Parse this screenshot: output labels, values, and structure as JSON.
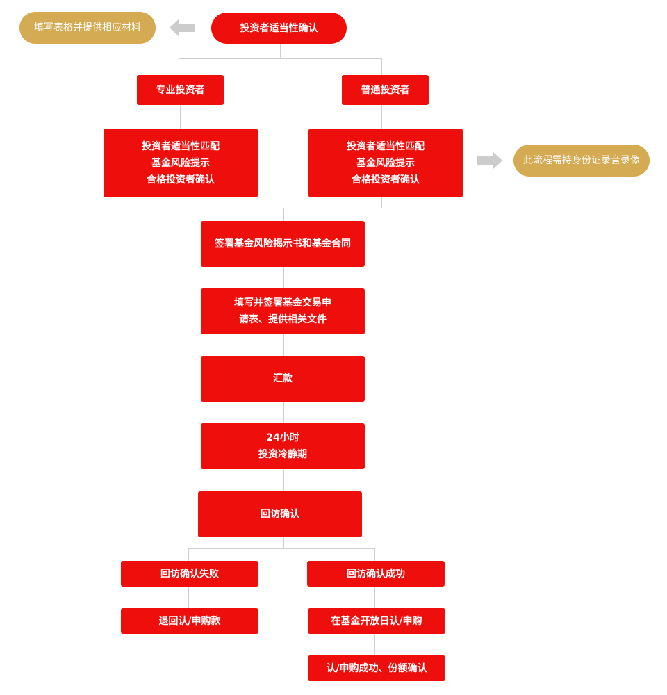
{
  "colors": {
    "node": "#ee0f0c",
    "note": "#d4aa52",
    "connector": "#d0d0d0",
    "arrow": "#cccccc"
  },
  "notes": {
    "left": "填写表格并提供相应材料",
    "right": "此流程需持身份证录音录像"
  },
  "nodes": {
    "start": [
      "投资者适当性确认"
    ],
    "professional": [
      "专业投资者"
    ],
    "ordinary": [
      "普通投资者"
    ],
    "match_left": [
      "投资者适当性匹配",
      "基金风险提示",
      "合格投资者确认"
    ],
    "match_right": [
      "投资者适当性匹配",
      "基金风险提示",
      "合格投资者确认"
    ],
    "sign": [
      "签署基金风险揭示书和基金合同"
    ],
    "apply": [
      "填写并签署基金交易申",
      "请表、提供相关文件"
    ],
    "remit": [
      "汇款"
    ],
    "cooling": [
      "24小时",
      "投资冷静期"
    ],
    "callback": [
      "回访确认"
    ],
    "callback_fail": [
      "回访确认失败"
    ],
    "callback_success": [
      "回访确认成功"
    ],
    "refund": [
      "退回认/申购款"
    ],
    "open_day": [
      "在基金开放日认/申购"
    ],
    "success": [
      "认/申购成功、份额确认"
    ]
  }
}
